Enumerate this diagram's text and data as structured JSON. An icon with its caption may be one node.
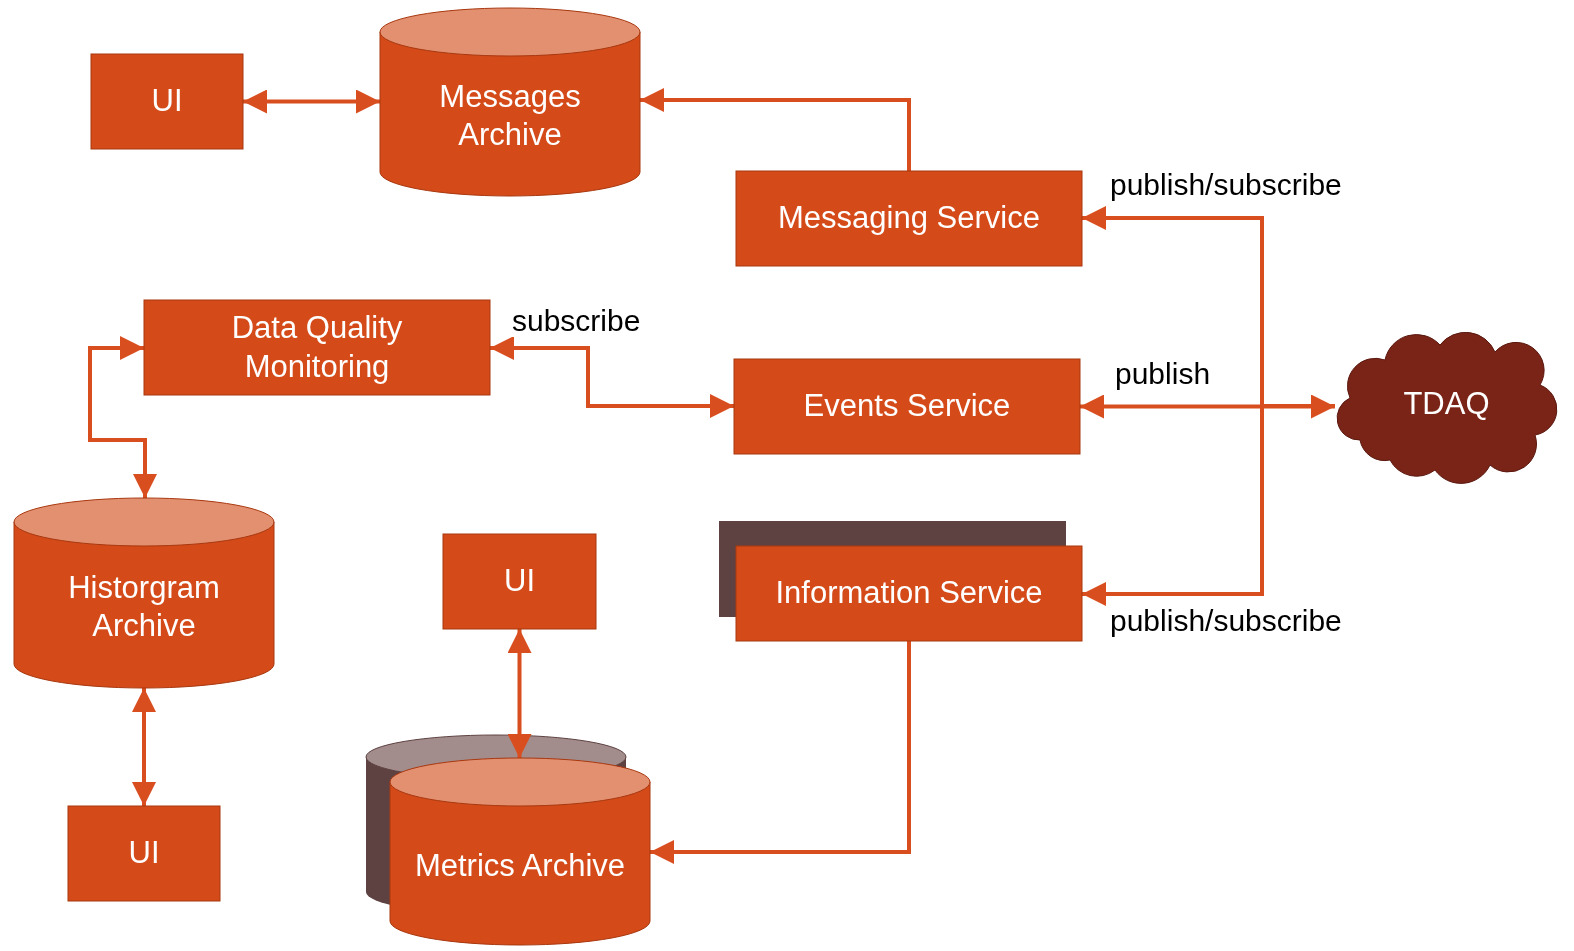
{
  "diagram": {
    "nodes": [
      {
        "text": [
          "UI"
        ]
      },
      {
        "text": [
          "Messages Archive"
        ]
      },
      {
        "text": [
          "Messaging Service"
        ]
      },
      {
        "text": [
          "Data Quality Monitoring"
        ]
      },
      {
        "text": [
          "Events Service"
        ]
      },
      {
        "text": [
          "TDAQ"
        ]
      },
      {
        "text": [
          "Historgram Archive"
        ]
      },
      {
        "text": [
          "UI"
        ]
      },
      {
        "text": [
          "Information Service"
        ]
      },
      {
        "text": [
          "Metrics Archive"
        ]
      },
      {
        "text": [
          "UI"
        ]
      }
    ],
    "edges": [
      {
        "from": 0,
        "to": 1,
        "arrow": "both"
      },
      {
        "from": 2,
        "to": 1,
        "arrow": "to"
      },
      {
        "from": 5,
        "to": 2,
        "arrow": "to",
        "label": "publish/subscribe"
      },
      {
        "from": 3,
        "to": 4,
        "arrow": "both",
        "label": "subscribe"
      },
      {
        "from": 4,
        "to": 5,
        "arrow": "both",
        "label": "publish"
      },
      {
        "from": 5,
        "to": 8,
        "arrow": "to",
        "label": "publish/subscribe"
      },
      {
        "from": 3,
        "to": 6,
        "arrow": "both"
      },
      {
        "from": 6,
        "to": 10,
        "arrow": "both"
      },
      {
        "from": 7,
        "to": 9,
        "arrow": "both"
      },
      {
        "from": 8,
        "to": 9,
        "arrow": "to"
      }
    ]
  }
}
